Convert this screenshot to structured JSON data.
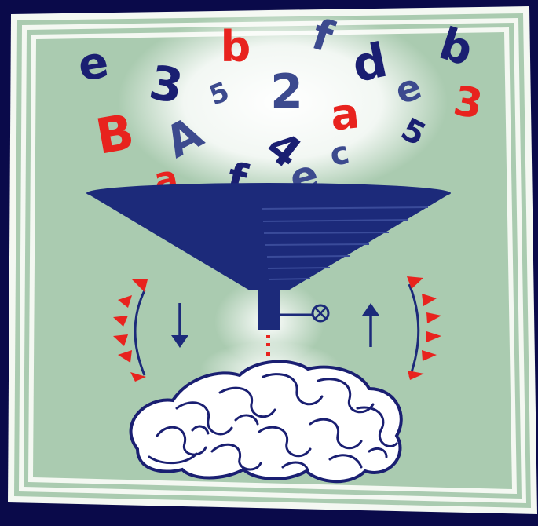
{
  "illustration": {
    "letters": [
      {
        "char": "e",
        "color": "#1a1f72"
      },
      {
        "char": "3",
        "color": "#1a1f72"
      },
      {
        "char": "b",
        "color": "#e8231e"
      },
      {
        "char": "f",
        "color": "#3c4a8e"
      },
      {
        "char": "d",
        "color": "#1a1f72"
      },
      {
        "char": "b",
        "color": "#1a1f72"
      },
      {
        "char": "5",
        "color": "#3c4a8e"
      },
      {
        "char": "2",
        "color": "#3c4a8e"
      },
      {
        "char": "e",
        "color": "#3c4a8e"
      },
      {
        "char": "3",
        "color": "#e8231e"
      },
      {
        "char": "B",
        "color": "#e8231e"
      },
      {
        "char": "A",
        "color": "#3c4a8e"
      },
      {
        "char": "a",
        "color": "#e8231e"
      },
      {
        "char": "5",
        "color": "#1a1f72"
      },
      {
        "char": "4",
        "color": "#1a1f72"
      },
      {
        "char": "c",
        "color": "#3c4a8e"
      },
      {
        "char": "a",
        "color": "#e8231e"
      },
      {
        "char": "f",
        "color": "#1a1f72"
      },
      {
        "char": "e",
        "color": "#3c4a8e"
      }
    ],
    "colors": {
      "background": "#0a0a4a",
      "panel": "#aacbb0",
      "frame": "#f4f8f2",
      "funnel": "#1c2a7a",
      "accent_red": "#e8231e",
      "arrow": "#1c2a7a",
      "brain_outline": "#1a1f72",
      "brain_fill": "#ffffff",
      "glow": "#ffffff"
    },
    "icons": [
      "funnel-icon",
      "valve-icon",
      "down-arrow-icon",
      "up-arrow-icon",
      "brain-icon"
    ]
  }
}
